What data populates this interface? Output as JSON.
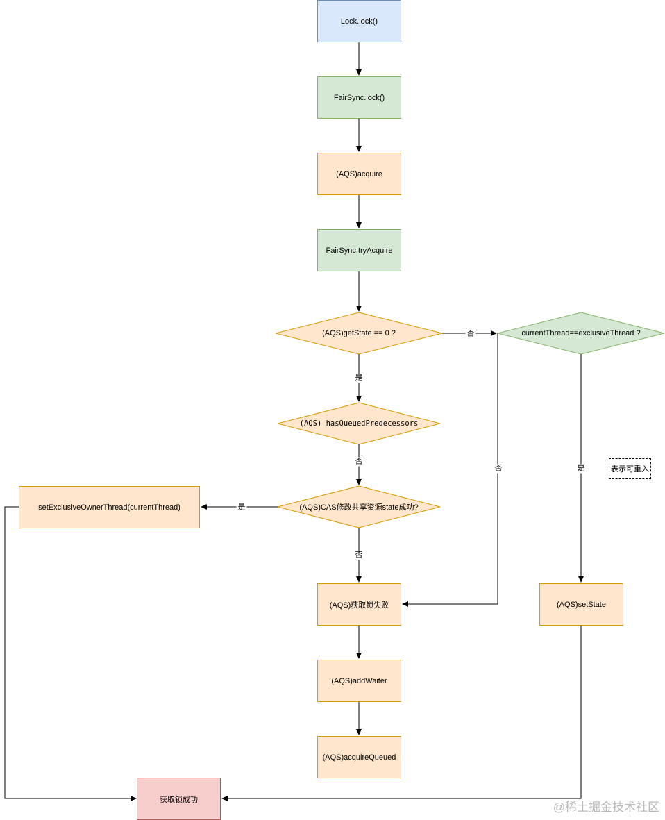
{
  "nodes": {
    "lock_lock": "Lock.lock()",
    "fairsync_lock": "FairSync.lock()",
    "aqs_acquire": "(AQS)acquire",
    "fairsync_try_acquire": "FairSync.tryAcquire",
    "get_state_check": "(AQS)getState == 0 ?",
    "current_thread_check": "currentThread==exclusiveThread ?",
    "has_queued_predecessors": "(AQS) hasQueuedPredecessors",
    "cas_check": "(AQS)CAS修改共享资源state成功?",
    "set_exclusive_owner": "setExclusiveOwnerThread(currentThread)",
    "acquire_failed": "(AQS)获取锁失败",
    "set_state": "(AQS)setState",
    "add_waiter": "(AQS)addWaiter",
    "acquire_queued": "(AQS)acquireQueued",
    "acquire_success": "获取锁成功"
  },
  "note": "表示可重入",
  "edge_labels": {
    "get_state_no": "否",
    "get_state_yes": "是",
    "has_queued_no": "否",
    "cas_yes": "是",
    "cas_no": "否",
    "current_thread_no": "否",
    "current_thread_yes": "是"
  },
  "watermark": "@稀土掘金技术社区",
  "colors": {
    "blue_fill": "#dae8fc",
    "blue_stroke": "#6c8ebf",
    "green_fill": "#d5e8d4",
    "green_stroke": "#82b366",
    "orange_fill": "#ffe6cc",
    "orange_stroke": "#d79b00",
    "red_fill": "#f8cecc",
    "red_stroke": "#b85450"
  }
}
